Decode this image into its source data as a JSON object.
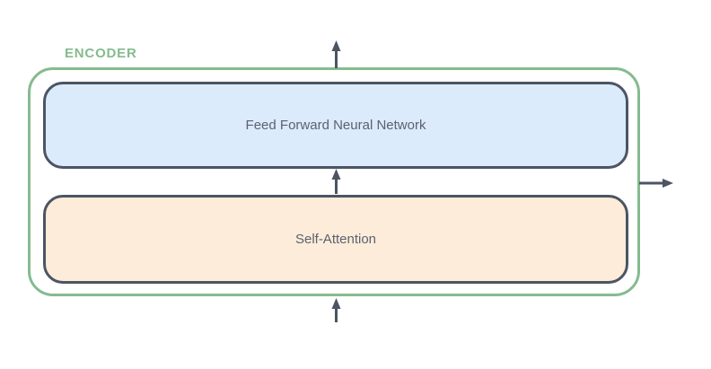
{
  "diagram": {
    "encoder_label": "ENCODER",
    "blocks": [
      {
        "label": "Feed Forward Neural Network",
        "fill": "#dcebfc",
        "border": "#4b5563"
      },
      {
        "label": "Self-Attention",
        "fill": "#fdecd9",
        "border": "#4b5563"
      }
    ],
    "colors": {
      "encoder_green": "#85bb8f",
      "block_border": "#4b5563",
      "arrow": "#4b5563",
      "label_text": "#5a6270",
      "background": "#ffffff"
    }
  }
}
